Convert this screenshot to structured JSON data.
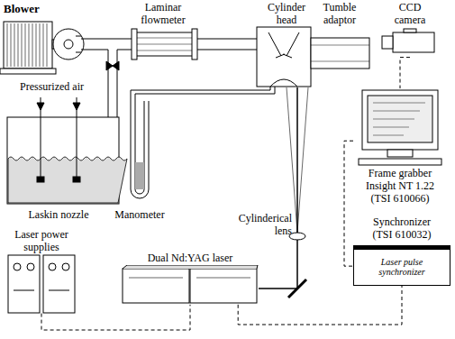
{
  "diagram": {
    "nodes": [
      {
        "text": [
          "CCD camera"
        ]
      },
      {
        "text": [
          "Frame grabber Insight NT 1.22 (TSI 610066)"
        ]
      },
      {
        "text": [
          "Synchronizer (TSI 610032)",
          "Laser pulse synchronizer"
        ]
      },
      {
        "text": [
          "Laser power supplies"
        ]
      },
      {
        "text": [
          "Dual Nd:YAG laser"
        ]
      }
    ],
    "edges": [
      {
        "from": 0,
        "to": 1,
        "arrow": "none"
      },
      {
        "from": 1,
        "to": 2,
        "arrow": "none"
      },
      {
        "from": 3,
        "to": 4,
        "arrow": "none"
      },
      {
        "from": 4,
        "to": 2,
        "arrow": "none"
      }
    ],
    "labels": [
      "Blower",
      "Laminar flowmeter",
      "Cylinder head",
      "Tumble adaptor",
      "Pressurized air",
      "Laskin nozzle",
      "Manometer",
      "Cylinderical lens"
    ]
  }
}
